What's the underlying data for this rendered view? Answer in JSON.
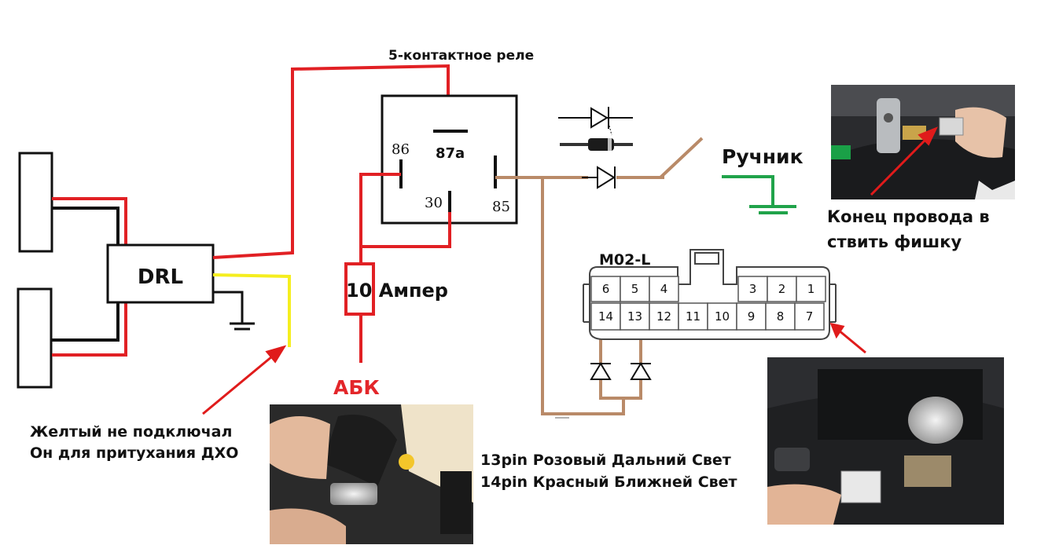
{
  "colors": {
    "red_wire": "#e12024",
    "black_wire": "#111111",
    "yellow_wire": "#f5ee1f",
    "brown_wire": "#b98a68",
    "green_ground": "#20a34a",
    "arrow_red": "#e01b1b",
    "abk_text": "#e3262a"
  },
  "relay": {
    "title": "5-контактное реле",
    "pin_86": "86",
    "pin_87a": "87a",
    "pin_30": "30",
    "pin_85": "85"
  },
  "drl": {
    "label": "DRL"
  },
  "fuse": {
    "label": "10 Ампер"
  },
  "battery": {
    "label": "АБК"
  },
  "handbrake": {
    "label": "Ручник"
  },
  "handbrake_note": {
    "line1": "Конец провода в",
    "line2": "ствить фишку"
  },
  "connector": {
    "title": "M02-L",
    "top_left_pins": [
      "6",
      "5",
      "4"
    ],
    "top_right_pins": [
      "3",
      "2",
      "1"
    ],
    "bottom_pins": [
      "14",
      "13",
      "12",
      "11",
      "10",
      "9",
      "8",
      "7"
    ]
  },
  "yellow_note": {
    "line1": "Желтый не подключал",
    "line2": "Он для притухания ДХО"
  },
  "pin_note": {
    "line1": "13pin Розовый Дальний Свет",
    "line2": "14pin Красный Ближней Свет"
  },
  "icons": [
    "diode-symbol-icon",
    "diode-component-icon",
    "ground-icon",
    "switch-icon",
    "arrow-icon"
  ]
}
